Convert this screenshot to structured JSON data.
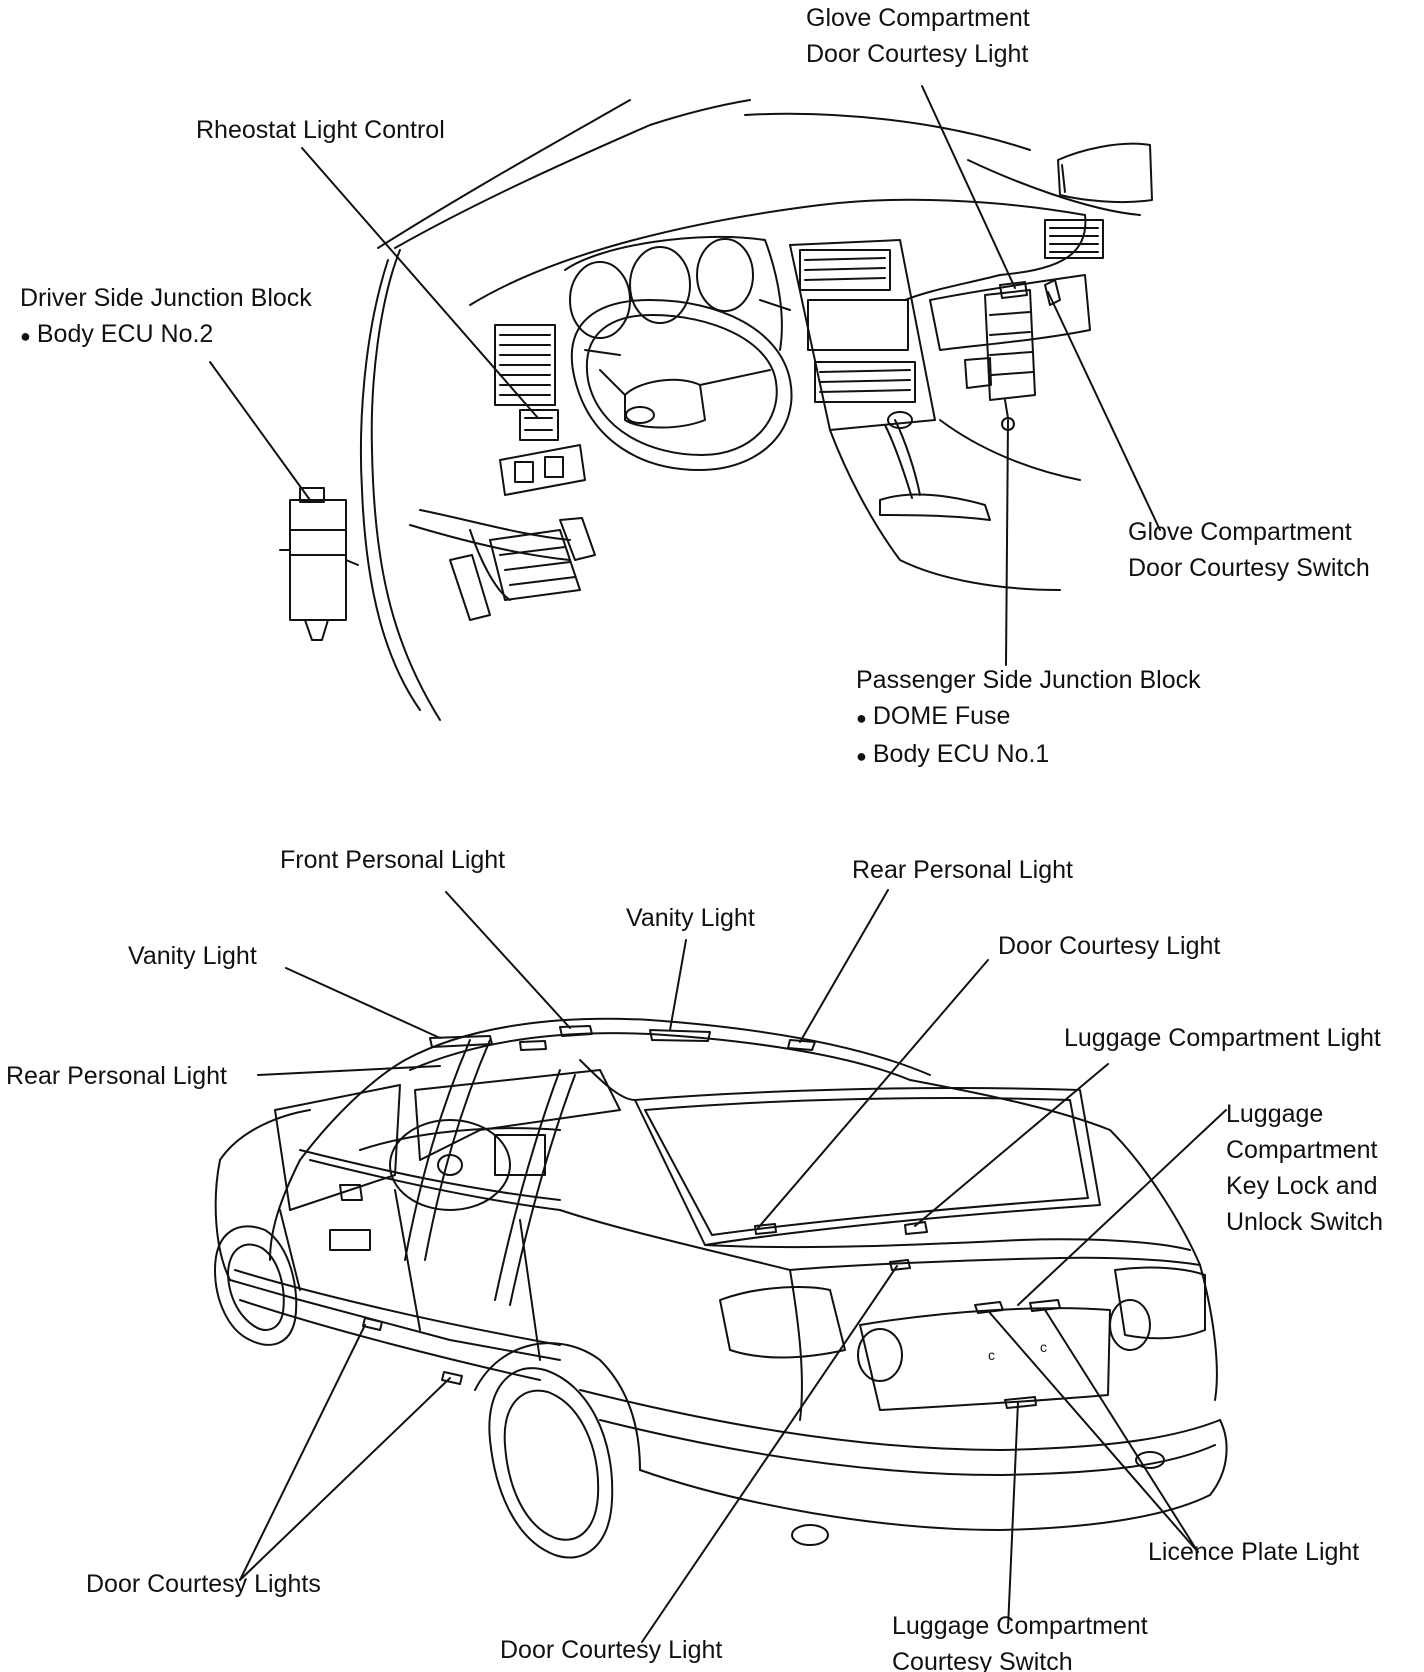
{
  "dashboard_labels": {
    "glove_light": [
      "Glove Compartment",
      "Door Courtesy Light"
    ],
    "rheostat": "Rheostat Light Control",
    "driver_jb": {
      "title": "Driver Side Junction Block",
      "items": [
        "Body ECU No.2"
      ]
    },
    "glove_switch": [
      "Glove Compartment",
      "Door Courtesy Switch"
    ],
    "passenger_jb": {
      "title": "Passenger Side Junction Block",
      "items": [
        "DOME Fuse",
        "Body ECU No.1"
      ]
    }
  },
  "vehicle_labels": {
    "front_personal": "Front Personal Light",
    "rear_personal_top": "Rear Personal Light",
    "vanity_center": "Vanity Light",
    "vanity_left": "Vanity Light",
    "door_courtesy_top": "Door Courtesy Light",
    "rear_personal_left": "Rear Personal Light",
    "luggage_light": "Luggage Compartment Light",
    "luggage_key": [
      "Luggage",
      "Compartment",
      "Key Lock and",
      "Unlock Switch"
    ],
    "door_courtesy_lights": "Door Courtesy Lights",
    "door_courtesy_bottom": "Door Courtesy Light",
    "luggage_switch": [
      "Luggage Compartment",
      "Courtesy Switch"
    ],
    "licence_plate": "Licence Plate Light"
  },
  "bullet_symbol": "●",
  "colors": {
    "ink": "#111111",
    "paper": "#ffffff"
  }
}
